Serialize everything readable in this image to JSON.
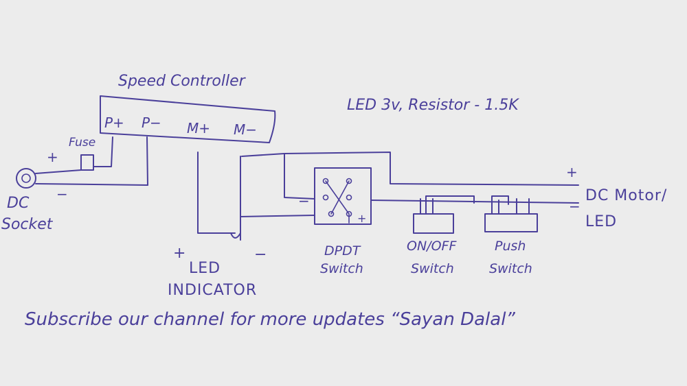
{
  "labels": {
    "speed_controller": "Speed Controller",
    "p_plus": "P+",
    "p_minus": "P−",
    "m_plus": "M+",
    "m_minus": "M−",
    "led_resistor_note": "LED 3v, Resistor - 1.5K",
    "fuse": "Fuse",
    "dc": "DC",
    "socket": "Socket",
    "plus_socket": "+",
    "minus_socket": "−",
    "led_plus": "+",
    "led_minus": "−",
    "led_indicator_line1": "LED",
    "led_indicator_line2": "INDICATOR",
    "dpdt_line1": "DPDT",
    "dpdt_line2": "Switch",
    "dpdt_minus": "−",
    "dpdt_plus": "+",
    "onoff_line1": "ON/OFF",
    "onoff_line2": "Switch",
    "push_line1": "Push",
    "push_line2": "Switch",
    "out_plus": "+",
    "out_minus": "−",
    "dc_motor": "DC Motor/",
    "led_out": "LED",
    "footer": "Subscribe our channel for more updates “Sayan Dalal”"
  },
  "colors": {
    "ink": "#4a3f9a",
    "paper": "#ececec"
  }
}
